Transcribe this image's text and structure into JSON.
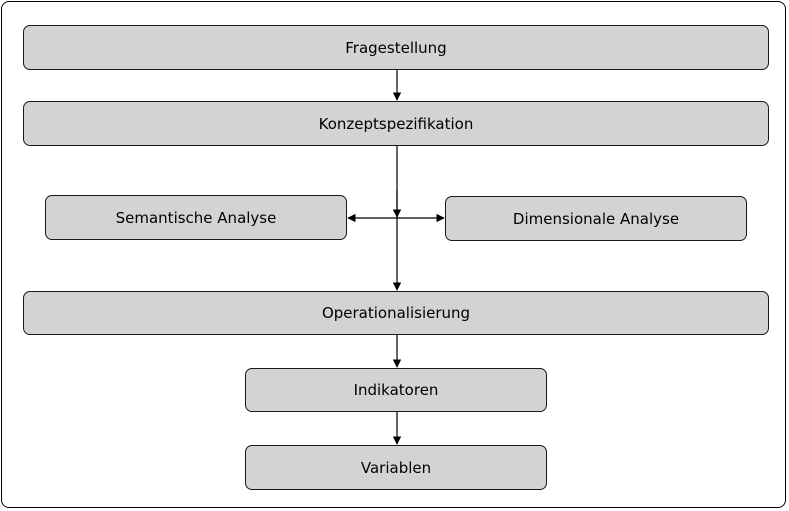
{
  "nodes": {
    "fragestellung": "Fragestellung",
    "konzeptspezifikation": "Konzeptspezifikation",
    "semantische_analyse": "Semantische Analyse",
    "dimensionale_analyse": "Dimensionale Analyse",
    "operationalisierung": "Operationalisierung",
    "indikatoren": "Indikatoren",
    "variablen": "Variablen"
  },
  "colors": {
    "box_fill": "#d3d3d3",
    "box_border": "#1a1a1a",
    "line": "#000000"
  }
}
